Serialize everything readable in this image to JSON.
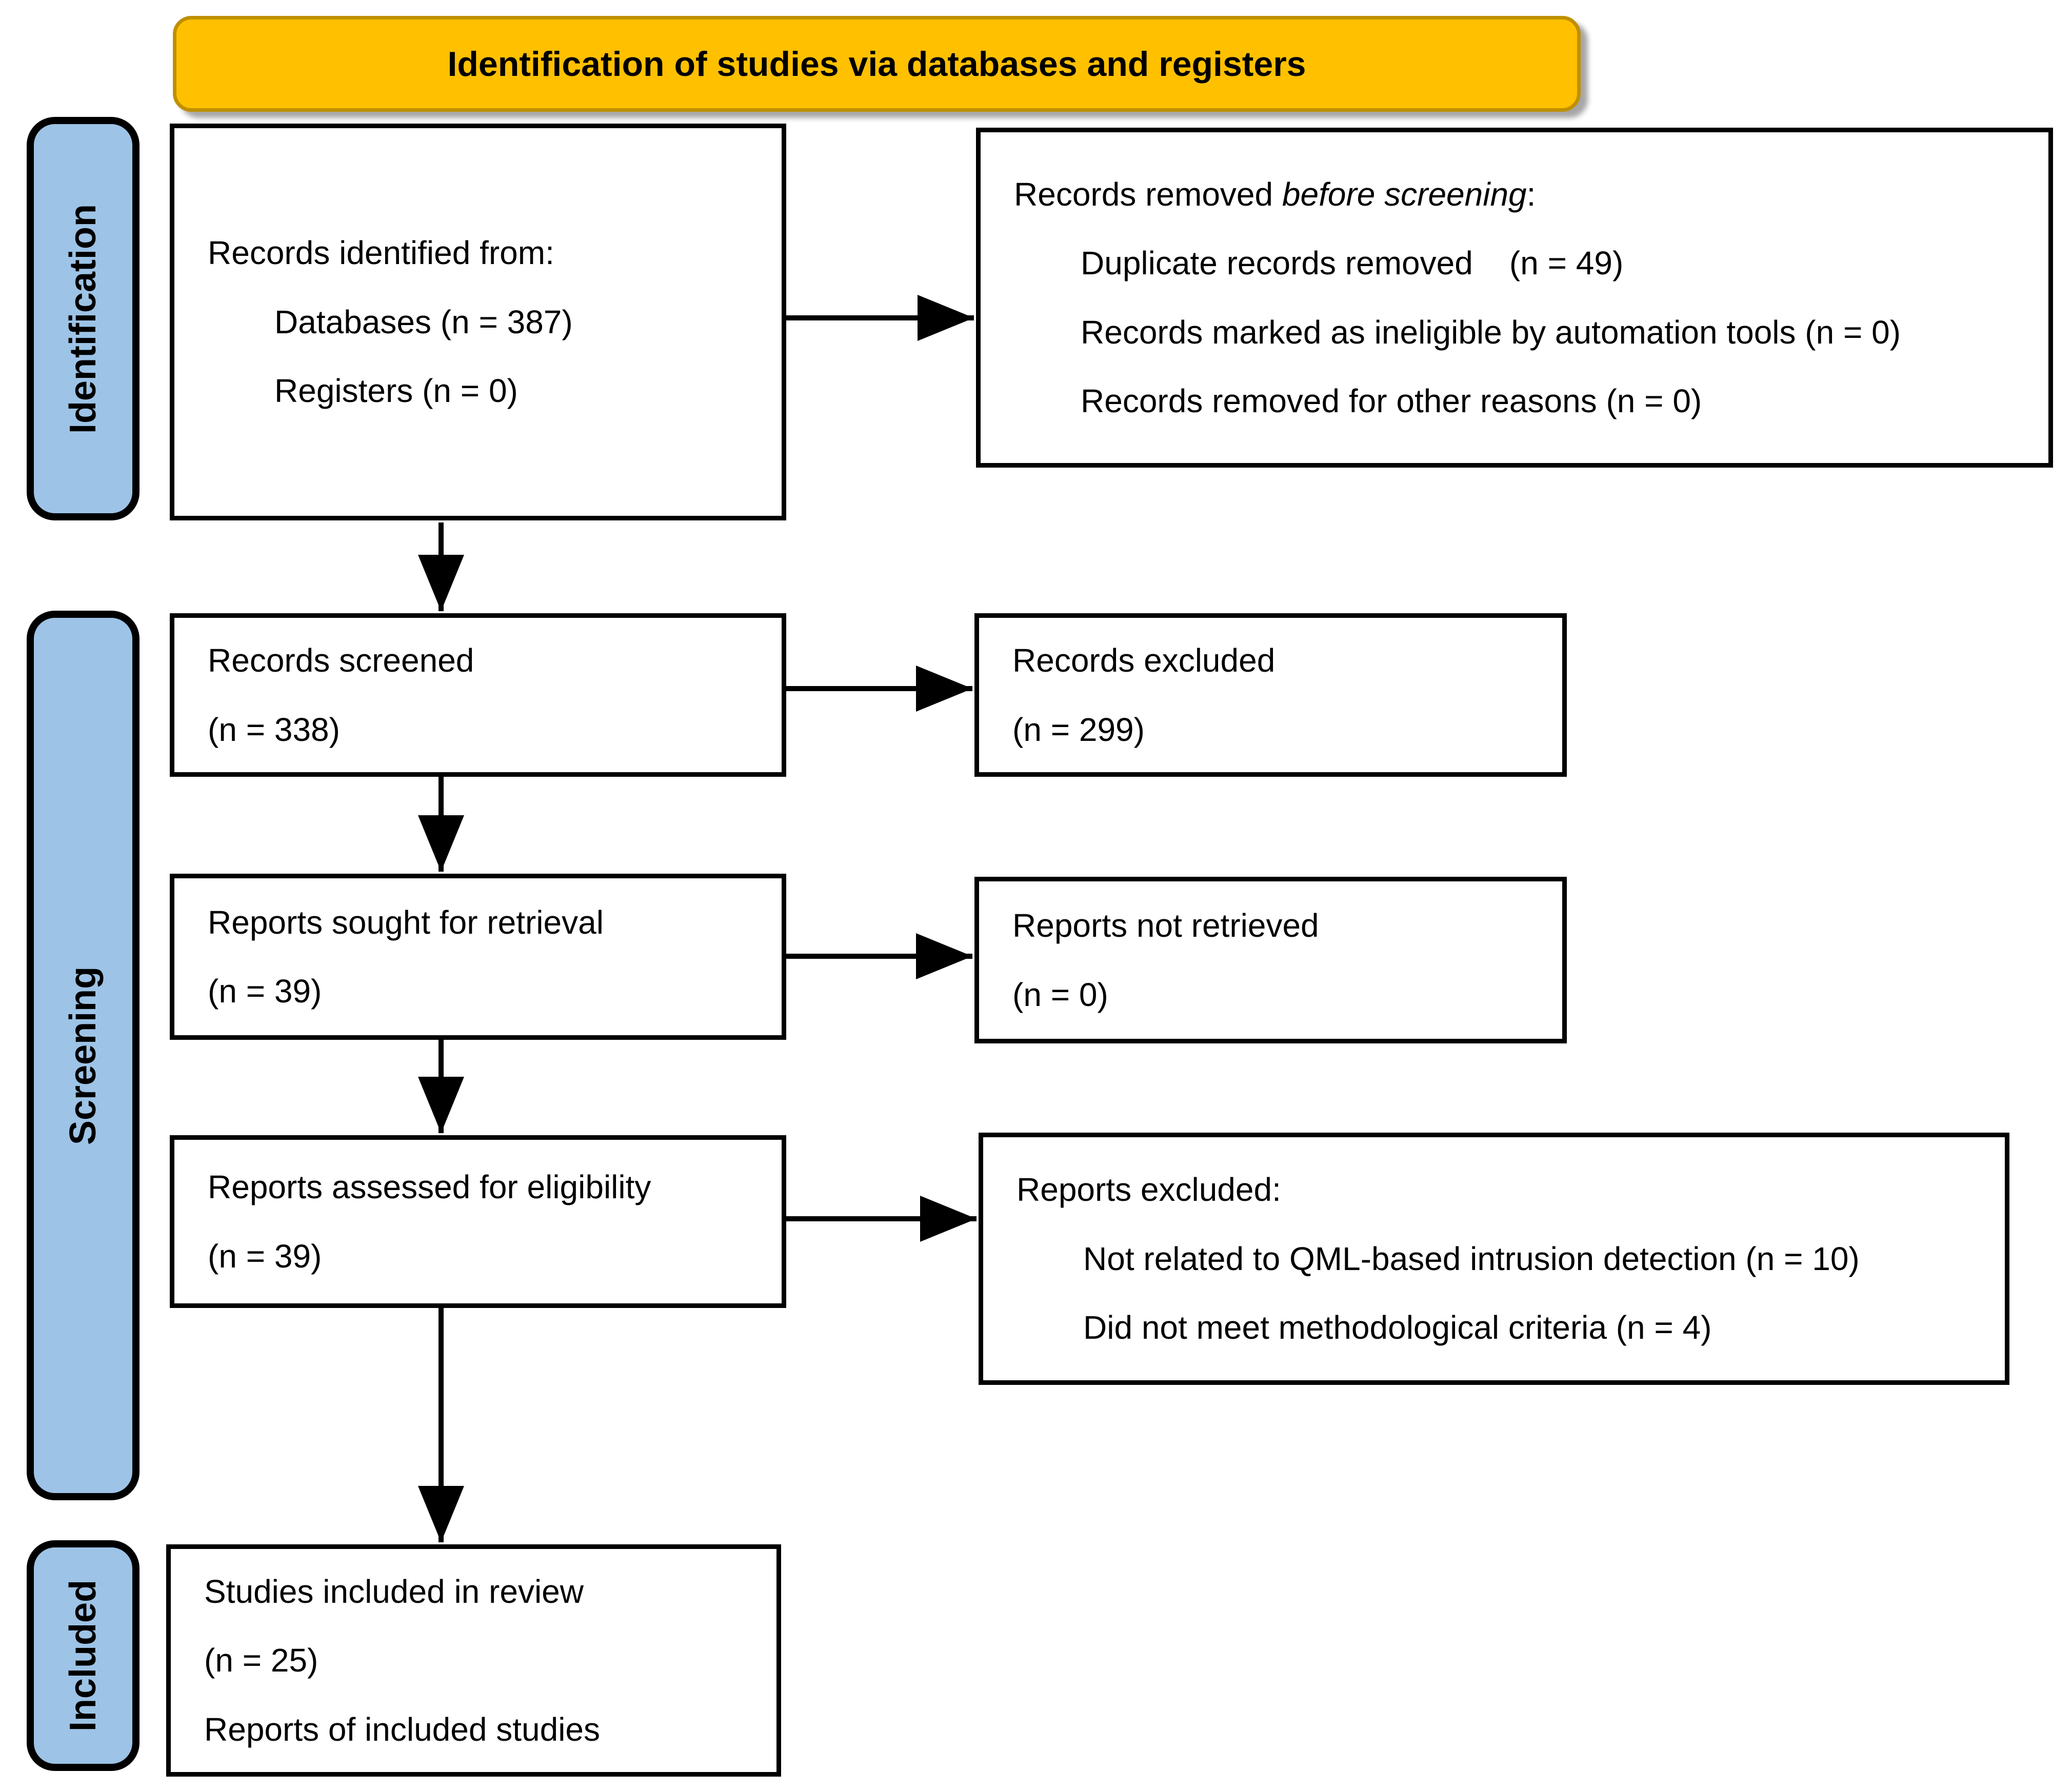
{
  "banner": {
    "title": "Identification of studies via databases and registers"
  },
  "sidebar": {
    "identification": "Identification",
    "screening": "Screening",
    "included": "Included"
  },
  "boxes": {
    "records_identified": {
      "title": "Records identified from:",
      "items": [
        "Databases (n = 387)",
        "Registers (n = 0)"
      ]
    },
    "records_removed": {
      "title_parts": {
        "prefix": "Records removed ",
        "italic": "before screening",
        "suffix": ":"
      },
      "items": [
        "Duplicate records removed    (n = 49)",
        "Records marked as ineligible by automation tools (n = 0)",
        "Records removed for other reasons (n = 0)"
      ]
    },
    "records_screened": {
      "lines": [
        "Records screened",
        "(n = 338)"
      ]
    },
    "records_excluded": {
      "lines": [
        "Records excluded",
        "(n = 299)"
      ]
    },
    "reports_sought": {
      "lines": [
        "Reports sought for retrieval",
        "(n = 39)"
      ]
    },
    "reports_not_retrieved": {
      "lines": [
        "Reports not retrieved",
        "(n = 0)"
      ]
    },
    "reports_assessed": {
      "lines": [
        "Reports assessed for eligibility",
        "(n = 39)"
      ]
    },
    "reports_excluded": {
      "title": "Reports excluded:",
      "items": [
        "Not related to QML-based intrusion detection (n = 10)",
        "Did not meet methodological criteria (n = 4)"
      ]
    },
    "studies_included": {
      "lines": [
        "Studies included in review",
        "(n = 25)",
        "Reports of included studies"
      ]
    }
  },
  "colors": {
    "banner_fill": "#FFC000",
    "banner_border": "#BF9000",
    "stage_label_fill": "#9DC3E6",
    "box_border": "#000000"
  }
}
